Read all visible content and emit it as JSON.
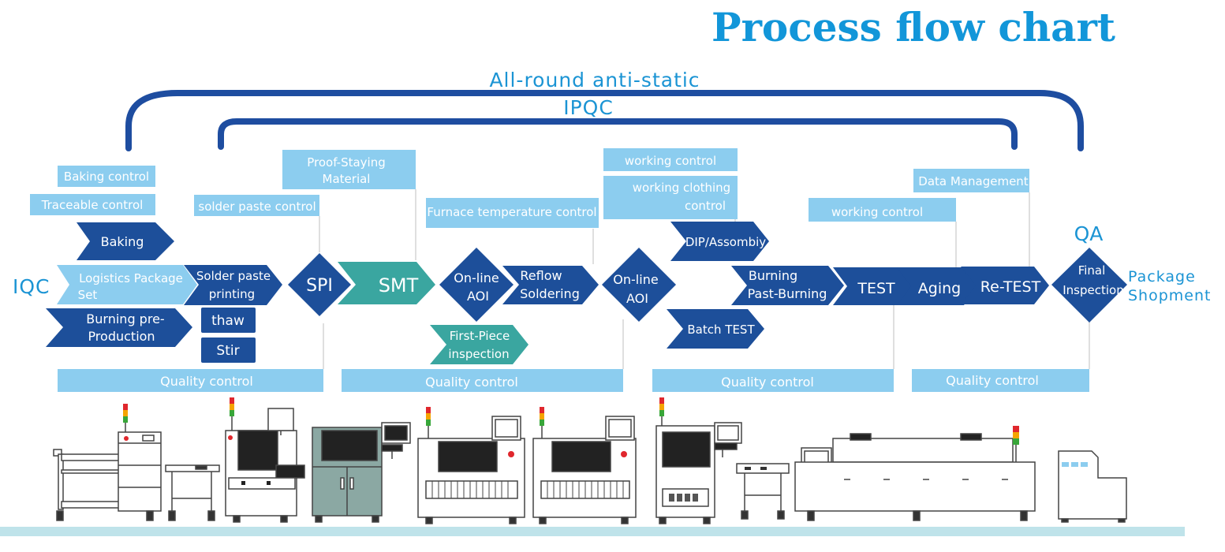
{
  "title": "Process flow chart",
  "colors": {
    "title": "#1296d9",
    "dark_blue": "#1d4f9a",
    "label_box": "#8ccdef",
    "label_text": "#ffffff",
    "teal": "#3aa6a0",
    "teal_dark": "#2a8f8a",
    "arch": "#1e4da0",
    "side_text": "#1b94d4",
    "connector": "#d0d0d0",
    "floor": "#bfe3ea",
    "machine_line": "#444444"
  },
  "brackets": {
    "outer_label": "All-round anti-static",
    "inner_label": "IPQC"
  },
  "side_labels": {
    "iqc": "IQC",
    "qa": "QA",
    "package_line1": "Package",
    "package_line2": "Shopment"
  },
  "control_labels": {
    "baking_control": "Baking control",
    "traceable_control": "Traceable control",
    "proof_staying_1": "Proof-Staying",
    "proof_staying_2": "Material",
    "solder_paste_control": "solder paste control",
    "furnace_temp_control": "Furnace temperature control",
    "working_control_1": "working control",
    "working_clothing_1": "working clothing",
    "working_clothing_2": "control",
    "working_control_2": "working control",
    "data_management": "Data Management"
  },
  "steps": {
    "baking": "Baking",
    "logistics_1": "Logistics Package",
    "logistics_2": "Set",
    "burning_pre_1": "Burning pre-",
    "burning_pre_2": "Production",
    "solder_print_1": "Solder paste",
    "solder_print_2": "printing",
    "thaw": "thaw",
    "stir": "Stir",
    "spi": "SPI",
    "smt": "SMT",
    "online_aoi_1_a": "On-line",
    "online_aoi_1_b": "AOI",
    "first_piece_1": "First-Piece",
    "first_piece_2": "inspection",
    "reflow_1": "Reflow",
    "reflow_2": "Soldering",
    "online_aoi_2_a": "On-line",
    "online_aoi_2_b": "AOI",
    "dip": "DIP/Assombiy",
    "burning_past_1": "Burning",
    "burning_past_2": "Past-Burning",
    "batch_test": "Batch TEST",
    "test": "TEST",
    "aging": "Aging",
    "retest": "Re-TEST",
    "final_1": "Final",
    "final_2": "Inspection"
  },
  "quality_control": [
    "Quality control",
    "Quality control",
    "Quality control",
    "Quality control"
  ]
}
